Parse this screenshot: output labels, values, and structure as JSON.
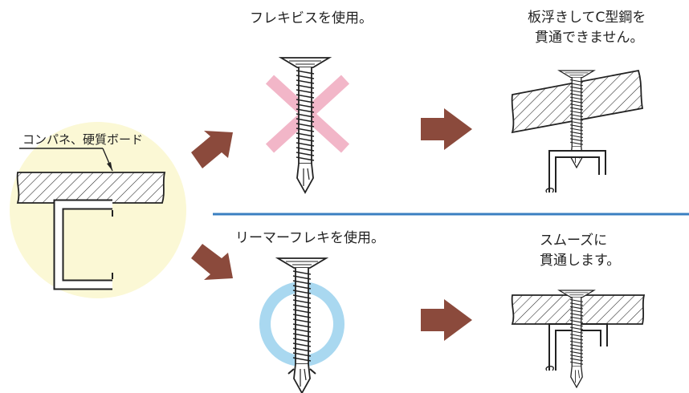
{
  "left_panel": {
    "board_label": "コンパネ、硬質ボード"
  },
  "top_case": {
    "caption": "フレキビスを使用。",
    "result_line1": "板浮きしてC型鋼を",
    "result_line2": "貫通できません。"
  },
  "bottom_case": {
    "caption": "リーマーフレキを使用。",
    "result_line1": "スムーズに",
    "result_line2": "貫通します。"
  },
  "colors": {
    "arrow": "#8b4a3c",
    "circle_fill": "#fbf8d5",
    "cross": "#f2b6c8",
    "ring": "#a9d8f0",
    "divider": "#3a7fc1"
  },
  "icons": {
    "cross": "cross-mark-icon",
    "ring": "circle-ok-icon",
    "arrow": "arrow-right-icon"
  }
}
